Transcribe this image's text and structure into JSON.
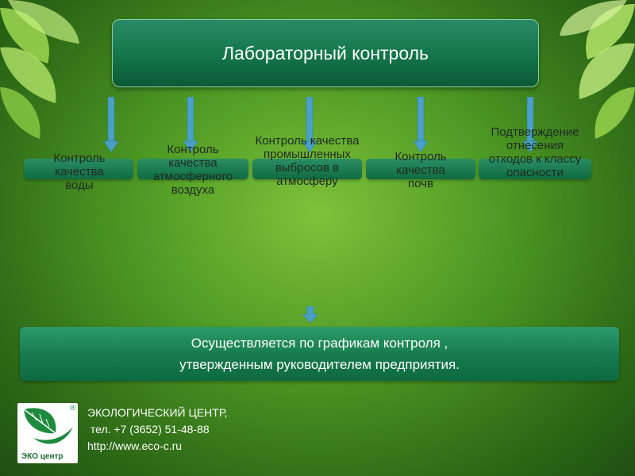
{
  "title": "Лабораторный контроль",
  "nodes": [
    {
      "label": "Контроль качества воды"
    },
    {
      "label": "Контроль качества атмосферного воздуха"
    },
    {
      "label": "Контроль качества промышленных выбросов в атмосферу"
    },
    {
      "label": "Контроль качества почв"
    },
    {
      "label": "Подтверждение отнесения отходов к классу опасности"
    }
  ],
  "bottom": {
    "line1": "Осуществляется по графикам контроля ,",
    "line2": "утвержденным руководителем предприятия."
  },
  "logo": {
    "text": "ЭКО центр",
    "registered": "®"
  },
  "footer": {
    "line1": "ЭКОЛОГИЧЕСКИЙ ЦЕНТР,",
    "line2": " тел. +7 (3652) 51-48-88",
    "line3": "http://www.eco-c.ru"
  },
  "colors": {
    "background": "#4e9a24",
    "box": "#167a4e",
    "arrow": "#4aa0c8",
    "label": "#1f2a22"
  }
}
